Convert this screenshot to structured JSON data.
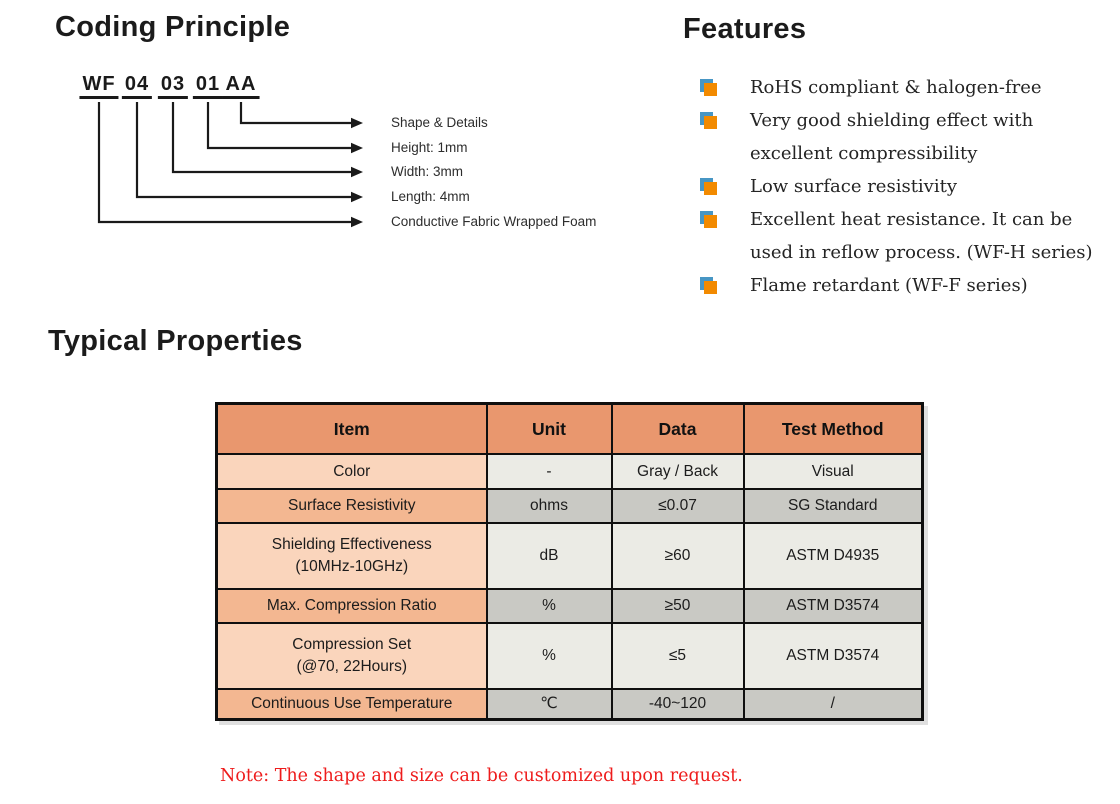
{
  "coding": {
    "title": "Coding Principle",
    "segments": [
      {
        "code": "WF",
        "label": "Conductive Fabric Wrapped Foam"
      },
      {
        "code": "04",
        "label": "Length: 4mm"
      },
      {
        "code": "03",
        "label": "Width: 3mm"
      },
      {
        "code": "01",
        "label": "Height: 1mm"
      },
      {
        "code": "AA",
        "label": "Shape & Details"
      }
    ]
  },
  "features": {
    "title": "Features",
    "items": [
      "RoHS compliant & halogen-free",
      "Very good shielding effect with\nexcellent compressibility",
      "Low surface resistivity",
      "Excellent heat resistance. It can be\nused in reflow process. (WF-H series)",
      "Flame retardant (WF-F series)"
    ]
  },
  "typical_properties": {
    "title": "Typical Properties",
    "table": {
      "headers": [
        "Item",
        "Unit",
        "Data",
        "Test Method"
      ],
      "rows": [
        [
          "Color",
          "-",
          "Gray / Back",
          "Visual"
        ],
        [
          "Surface Resistivity",
          "ohms",
          "≤0.07",
          "SG Standard"
        ],
        [
          "Shielding Effectiveness\n(10MHz-10GHz)",
          "dB",
          "≥60",
          "ASTM D4935"
        ],
        [
          "Max. Compression Ratio",
          "%",
          "≥50",
          "ASTM D3574"
        ],
        [
          "Compression Set\n(@70, 22Hours)",
          "%",
          "≤5",
          "ASTM D3574"
        ],
        [
          "Continuous Use Temperature",
          "℃",
          "-40~120",
          "/"
        ]
      ]
    },
    "note": "Note: The shape and size can be customized upon request."
  },
  "colors": {
    "header_bg": "#E9976E",
    "item_light": "#FAD5BC",
    "item_dark": "#F3B791",
    "cell_light": "#EBEBE5",
    "cell_dark": "#C9C9C4",
    "bullet_front": "#F28A00",
    "bullet_back": "#4796C4",
    "note_red": "#EE1C1C"
  }
}
